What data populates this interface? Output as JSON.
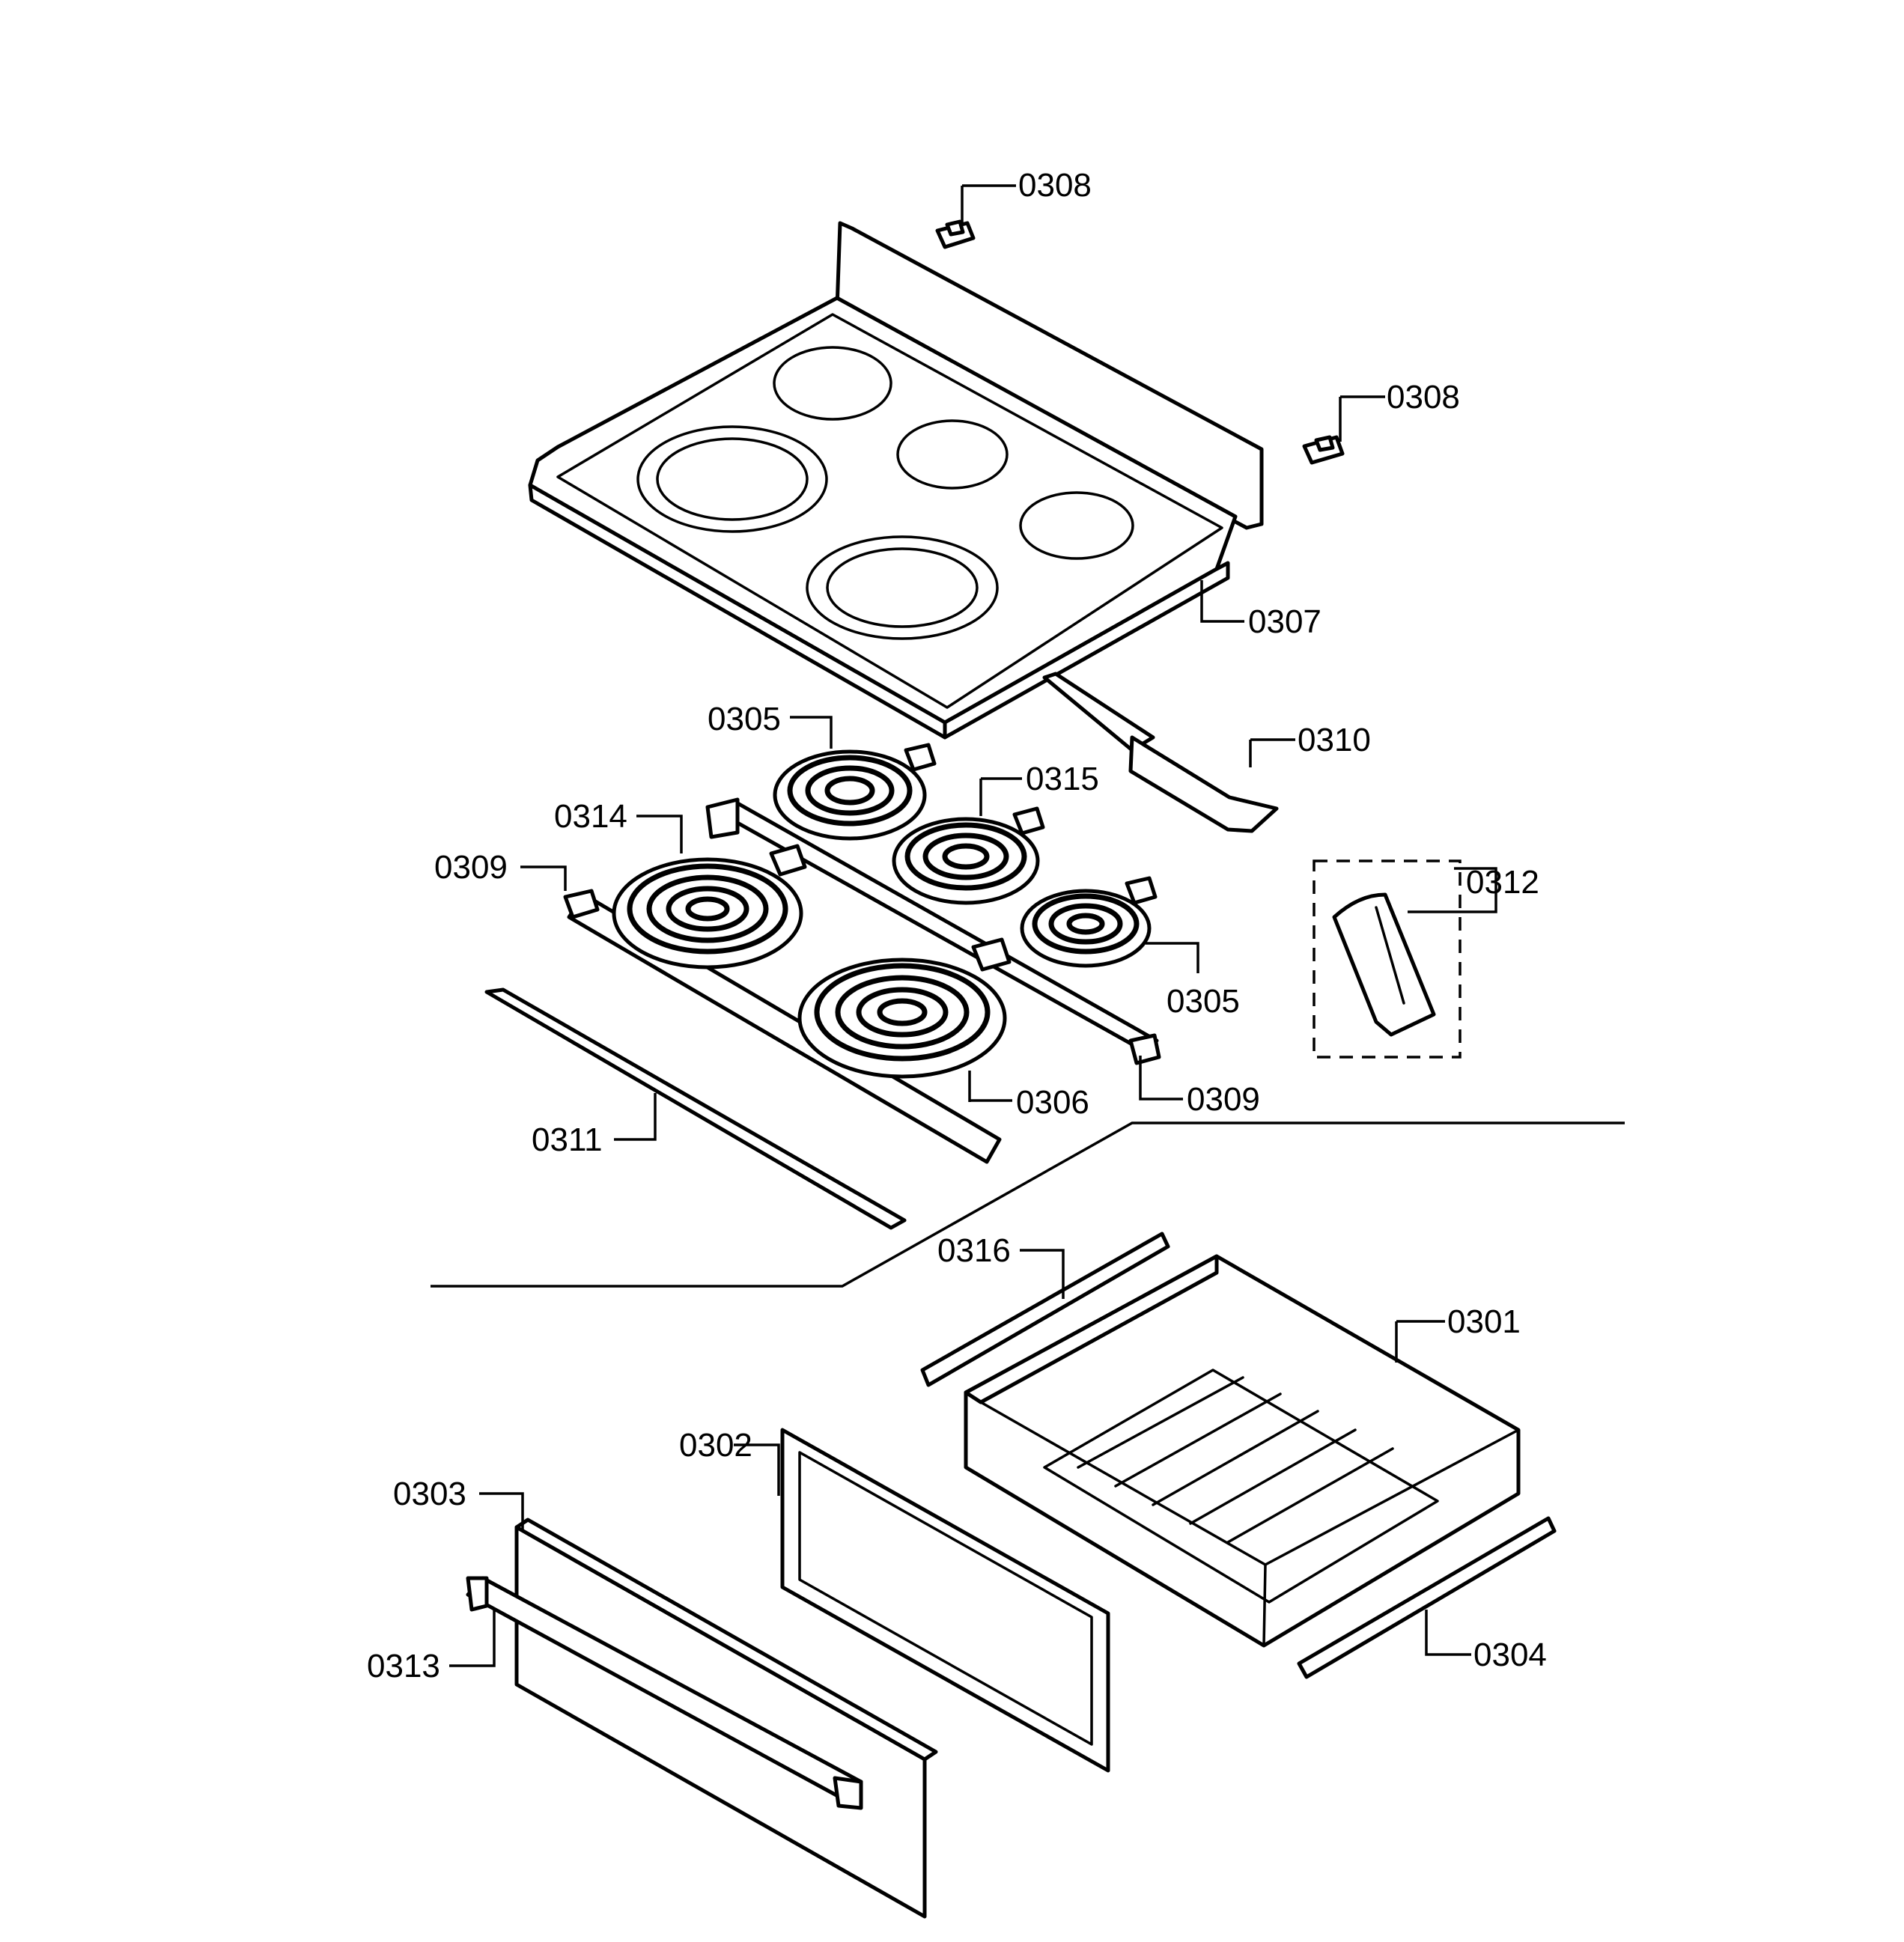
{
  "labels": {
    "p0308_top": "0308",
    "p0308_right": "0308",
    "p0307": "0307",
    "p0305_top": "0305",
    "p0310": "0310",
    "p0315": "0315",
    "p0314": "0314",
    "p0309_left": "0309",
    "p0312": "0312",
    "p0305_right": "0305",
    "p0306": "0306",
    "p0309_right": "0309",
    "p0311": "0311",
    "p0316": "0316",
    "p0301": "0301",
    "p0302": "0302",
    "p0303": "0303",
    "p0313": "0313",
    "p0304": "0304"
  },
  "icons": {
    "cooktop": "cooktop-glass-top",
    "surface_element": "spiral-coil-element",
    "drawer": "warming-drawer"
  }
}
